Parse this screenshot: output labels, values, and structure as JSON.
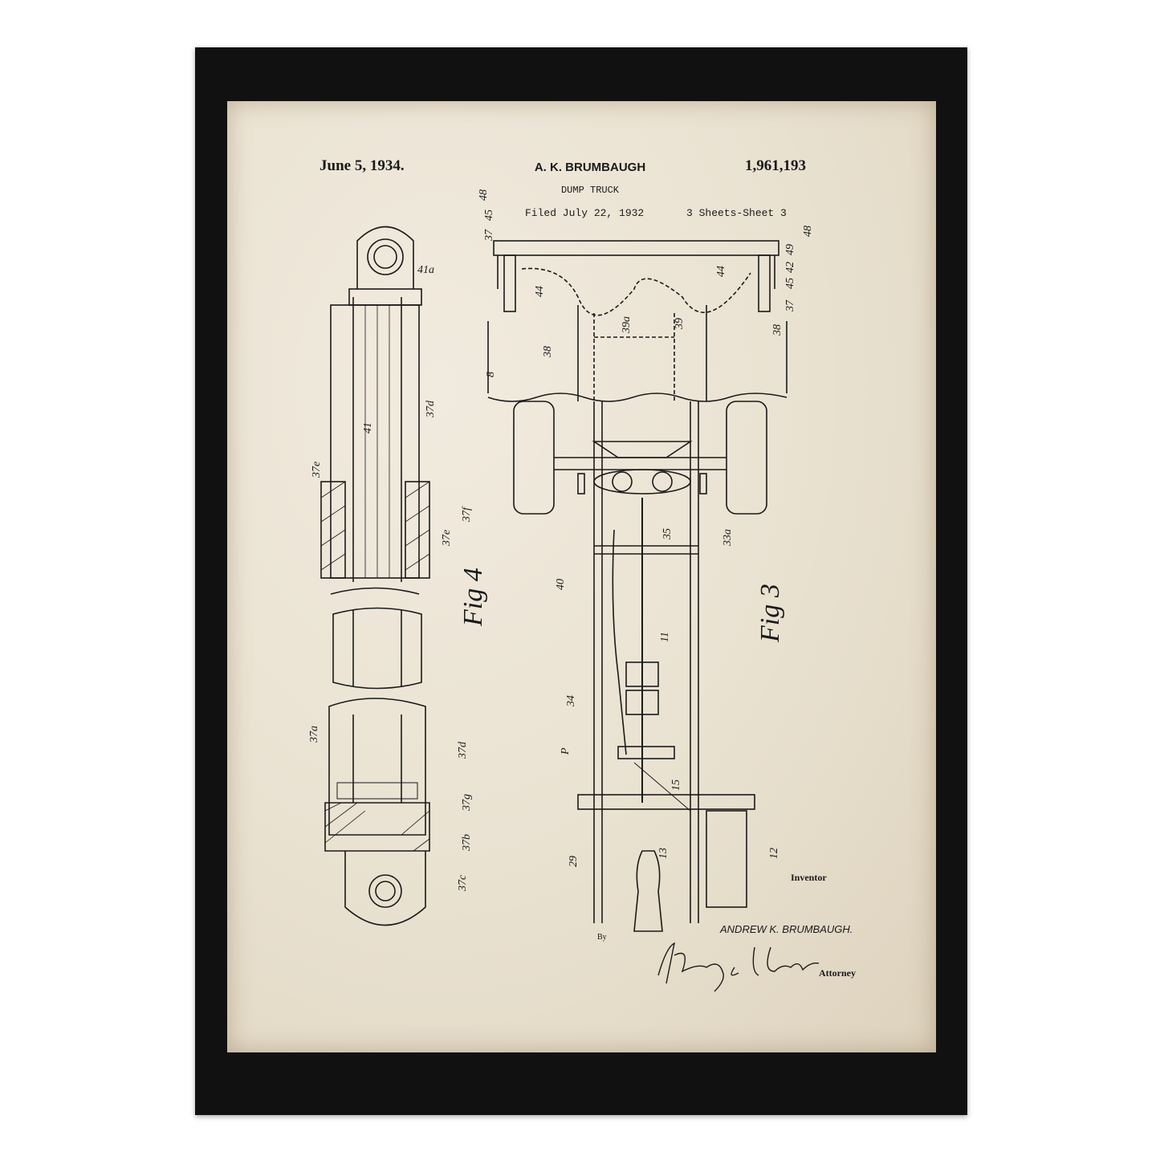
{
  "header": {
    "date": "June 5, 1934.",
    "inventor": "A. K. BRUMBAUGH",
    "patent_number": "1,961,193",
    "title": "DUMP TRUCK",
    "filed": "Filed July 22, 1932",
    "sheets": "3 Sheets-Sheet  3"
  },
  "footer": {
    "inventor_label": "Inventor",
    "inventor_signature": "ANDREW K. BRUMBAUGH.",
    "by": "By",
    "attorney_label": "Attorney"
  },
  "fig4": {
    "label": "Fig 4",
    "refs": [
      "41a",
      "37d",
      "41",
      "37e",
      "37f",
      "37e",
      "37a",
      "37d",
      "37g",
      "37b",
      "37c"
    ]
  },
  "fig3": {
    "label": "Fig 3",
    "refs": [
      "37",
      "45",
      "48",
      "44",
      "38",
      "8",
      "39a",
      "39",
      "44",
      "37",
      "45",
      "42",
      "49",
      "48",
      "38",
      "33a",
      "35",
      "40",
      "11",
      "34",
      "P",
      "15",
      "29",
      "13",
      "12"
    ]
  },
  "colors": {
    "frame": "#111111",
    "paper": "#e9e1d0",
    "ink": "#1a1a1a"
  }
}
